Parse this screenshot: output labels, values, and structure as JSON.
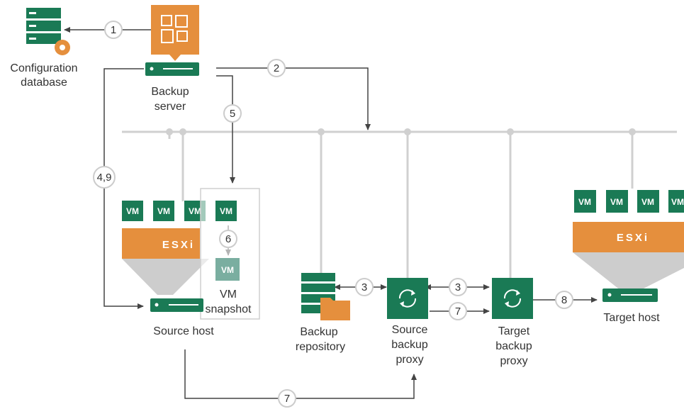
{
  "colors": {
    "green": "#1a7a55",
    "orange": "#e58f3d",
    "line": "#555555",
    "bus": "#d0d0d0",
    "snapshot_vm": "#7aaea0",
    "esxi_cone": "#cdcdcd"
  },
  "nodes": {
    "config_db": {
      "line1": "Configuration",
      "line2": "database",
      "icon": "database-gear-icon"
    },
    "backup_server": {
      "line1": "Backup",
      "line2": "server",
      "icon": "backup-server-icon"
    },
    "source_host": {
      "label": "Source host",
      "icon": "host-icon"
    },
    "vm_snapshot": {
      "line1": "VM",
      "line2": "snapshot",
      "vm_label": "VM"
    },
    "backup_repository": {
      "line1": "Backup",
      "line2": "repository",
      "icon": "repository-icon"
    },
    "source_proxy": {
      "line1": "Source",
      "line2": "backup",
      "line3": "proxy",
      "icon": "proxy-sync-icon"
    },
    "target_proxy": {
      "line1": "Target",
      "line2": "backup",
      "line3": "proxy",
      "icon": "proxy-sync-icon"
    },
    "target_host": {
      "label": "Target host",
      "icon": "host-icon"
    }
  },
  "source_esxi": {
    "label": "ESXi",
    "vms": [
      "VM",
      "VM",
      "VM",
      "VM"
    ]
  },
  "target_esxi": {
    "label": "ESXi",
    "vms": [
      "VM",
      "VM",
      "VM",
      "VM"
    ]
  },
  "steps": {
    "s1": "1",
    "s2": "2",
    "s3a": "3",
    "s3b": "3",
    "s49": "4,9",
    "s5": "5",
    "s6": "6",
    "s7a": "7",
    "s7b": "7",
    "s8": "8"
  }
}
